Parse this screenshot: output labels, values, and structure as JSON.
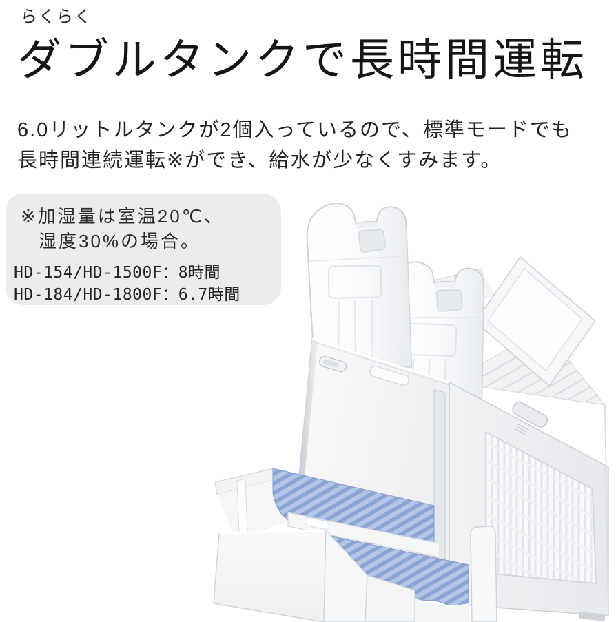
{
  "header": {
    "eyebrow": "らくらく",
    "title": "ダブルタンクで長時間運転"
  },
  "description": {
    "line1": "6.0リットルタンクが2個入っているので、標準モードでも",
    "line2": "長時間連続運転※ができ、給水が少なくすみます。"
  },
  "note": {
    "background": "#ececec",
    "condition_line1": "※加湿量は室温20℃、",
    "condition_line2": "湿度30%の場合。",
    "models": [
      {
        "label": "HD-154/HD-1500F：8時間"
      },
      {
        "label": "HD-184/HD-1800F：6.7時間"
      }
    ]
  },
  "product": {
    "illustration_alt": "ダブルタンク加湿器（給水タンク2個と引き出し式の青い加湿フィルター）",
    "colors": {
      "body_white": "#f6f7f8",
      "outline_gray": "#ced2d7",
      "filter_blue_dark": "#8aa4d4",
      "filter_blue_light": "#b3c5e6",
      "note_gray": "#ececec",
      "text": "#1c1c1c"
    }
  }
}
